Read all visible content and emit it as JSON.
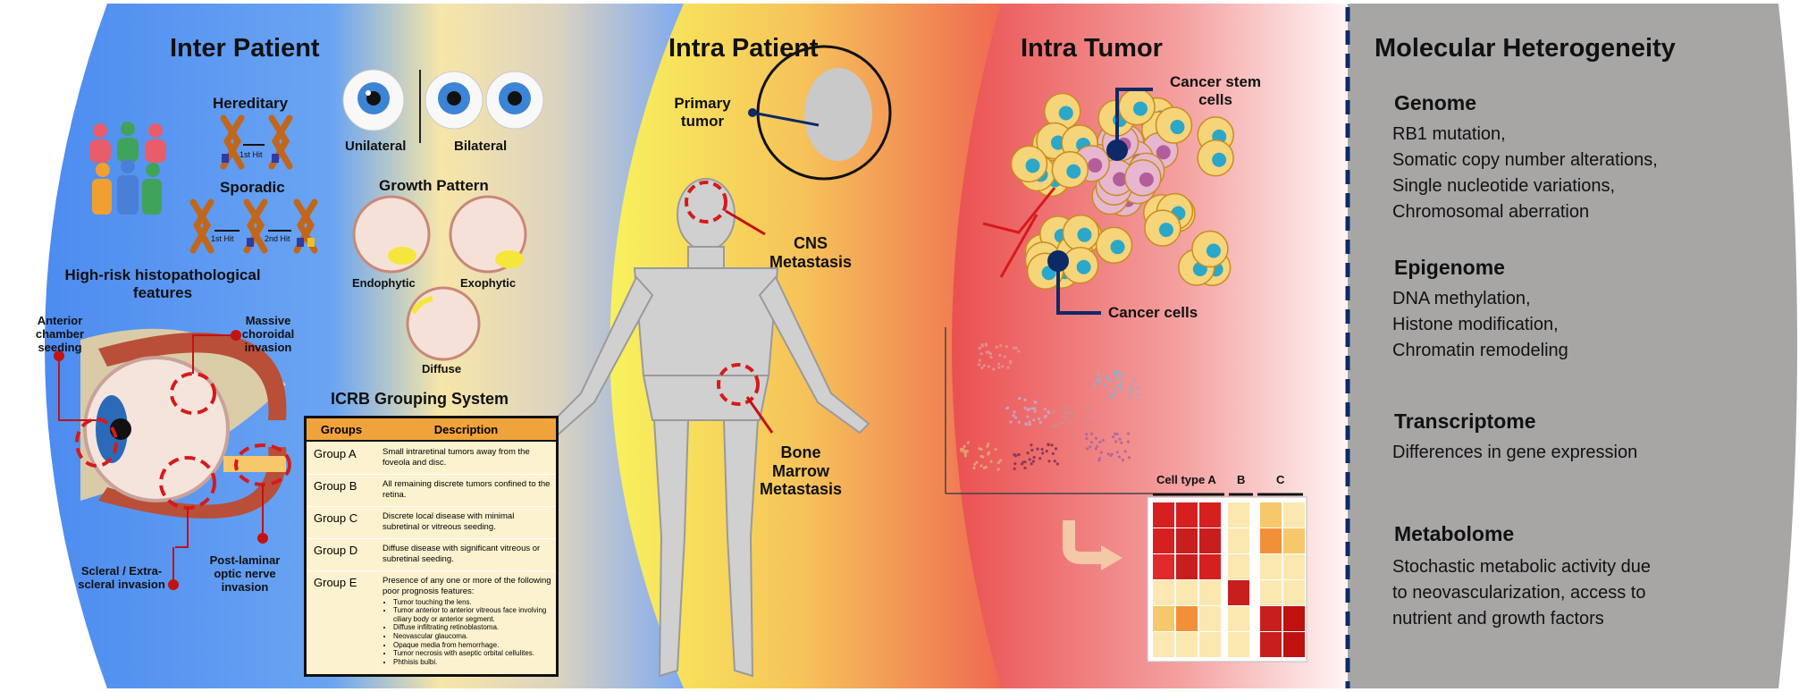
{
  "sections": {
    "inter_patient": "Inter Patient",
    "intra_patient": "Intra Patient",
    "intra_tumor": "Intra Tumor",
    "molecular": "Molecular Heterogeneity"
  },
  "inter": {
    "hereditary": "Hereditary",
    "sporadic": "Sporadic",
    "first_hit": "1st Hit",
    "second_hit": "2nd Hit",
    "unilateral": "Unilateral",
    "bilateral": "Bilateral",
    "growth_pattern": "Growth Pattern",
    "endophytic": "Endophytic",
    "exophytic": "Exophytic",
    "diffuse": "Diffuse",
    "high_risk": "High-risk histopathological features",
    "anterior": "Anterior chamber seeding",
    "massive": "Massive choroidal invasion",
    "scleral": "Scleral / Extra-scleral invasion",
    "postlaminar": "Post-laminar optic nerve invasion",
    "icrb_title": "ICRB Grouping System",
    "icrb_headers": [
      "Groups",
      "Description"
    ],
    "icrb_rows": [
      {
        "group": "Group A",
        "desc": "Small intraretinal tumors away from the foveola and disc."
      },
      {
        "group": "Group B",
        "desc": "All remaining discrete tumors confined to the retina."
      },
      {
        "group": "Group C",
        "desc": "Discrete local disease with minimal subretinal or vitreous seeding."
      },
      {
        "group": "Group D",
        "desc": "Diffuse disease with significant vitreous or subretinal seeding."
      },
      {
        "group": "Group E",
        "desc": "Presence of any one or more of the following poor prognosis features:"
      }
    ],
    "icrb_e_bullets": [
      "Tumor touching the lens.",
      "Tumor anterior to anterior vitreous face involving ciliary body or anterior segment.",
      "Diffuse infiltrating retinoblastoma.",
      "Neovascular glaucoma.",
      "Opaque media from hemorrhage.",
      "Tumor necrosis with aseptic orbital cellulites.",
      "Phthisis bulbi."
    ]
  },
  "intra_patient": {
    "primary": "Primary tumor",
    "cns": "CNS Metastasis",
    "bone": "Bone Marrow Metastasis"
  },
  "intra_tumor": {
    "stem": "Cancer stem cells",
    "cancer_cells": "Cancer cells",
    "cell_type_a": "Cell type A",
    "b": "B",
    "c": "C"
  },
  "molecular": {
    "genome_h": "Genome",
    "genome": [
      "RB1 mutation,",
      "Somatic copy number alterations,",
      "Single nucleotide variations,",
      "Chromosomal aberration"
    ],
    "epi_h": "Epigenome",
    "epi": [
      "DNA methylation,",
      "Histone modification,",
      "Chromatin remodeling"
    ],
    "trans_h": "Transcriptome",
    "trans": [
      "Differences in gene expression"
    ],
    "meta_h": "Metabolome",
    "meta": [
      "Stochastic metabolic activity due",
      "to neovascularization, access to",
      "nutrient and growth factors"
    ]
  },
  "colors": {
    "inter_blue": "#4f8ff0",
    "intra_yellow": "#f7f166",
    "tumor_red": "#e84a4a",
    "molecular_gray": "#a8a6a5",
    "divider_navy": "#0d2a66"
  }
}
